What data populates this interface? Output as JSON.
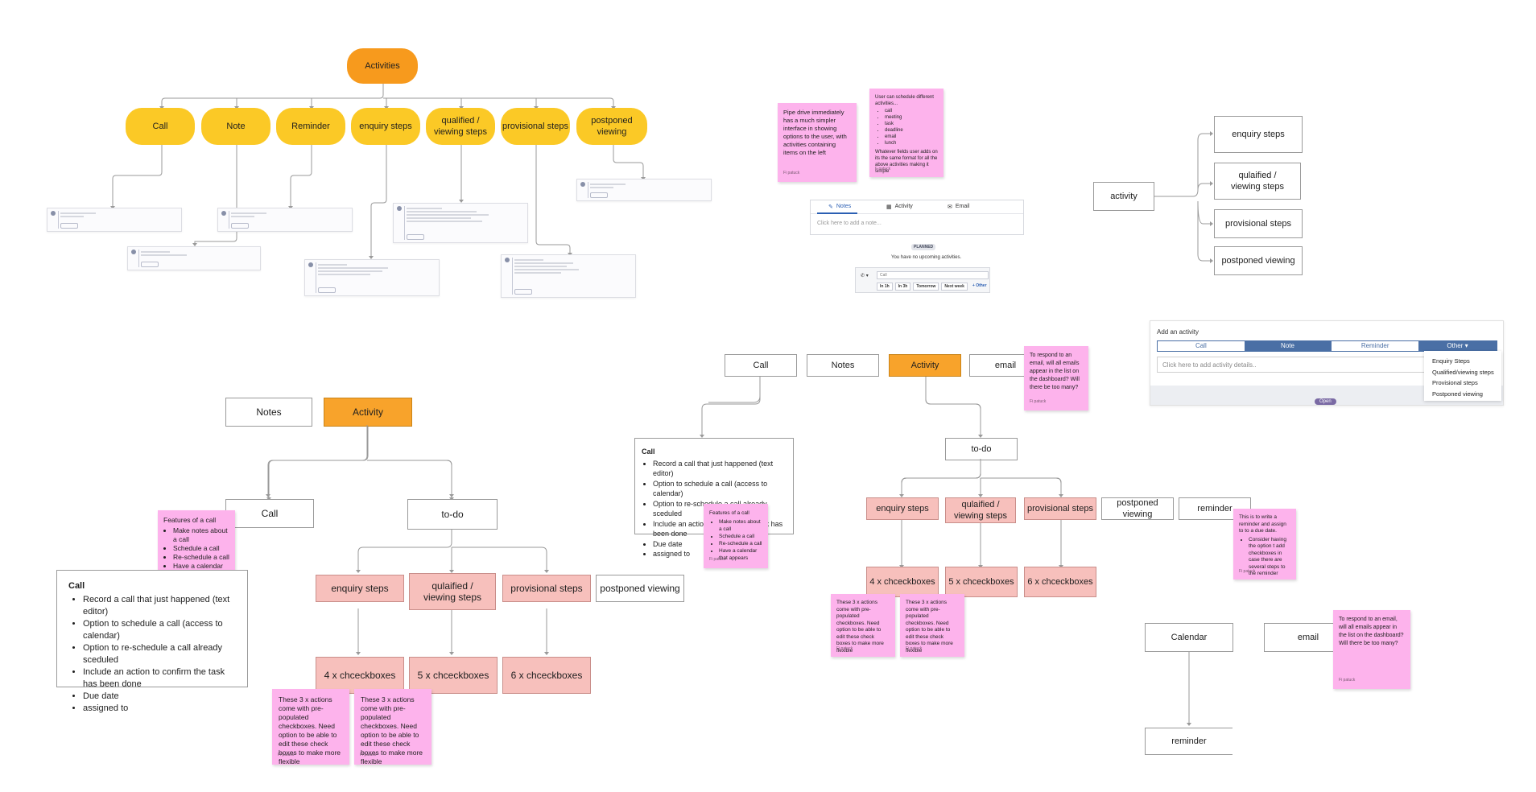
{
  "tree": {
    "root": "Activities",
    "children": [
      "Call",
      "Note",
      "Reminder",
      "enquiry steps",
      "qualified / viewing steps",
      "provisional steps",
      "postponed viewing"
    ]
  },
  "pipedrive": {
    "sticky_simpler": "Pipe drive immediately has a much simpler interface in showing options to the user, with activities containing items on the left",
    "sticky_schedule_intro": "User can schedule different activities...",
    "schedule_items": [
      "call",
      "meeting",
      "task",
      "deadline",
      "email",
      "lunch"
    ],
    "sticky_schedule_outro": "Whatever fields user adds on its the same format for all the above activities making it simple",
    "author": "Fi patuck",
    "author_short": "F patuck",
    "tabs": [
      "Notes",
      "Activity",
      "Email"
    ],
    "note_placeholder": "Click here to add a note...",
    "planned_tag": "PLANNED",
    "no_activities": "You have no upcoming activities.",
    "call_input": "Call",
    "quick_buttons": [
      "In 1h",
      "In 3h",
      "Tomorrow",
      "Next week",
      "+ Other"
    ]
  },
  "activity_tree": {
    "root": "activity",
    "children": [
      "enquiry steps",
      "qulaified / viewing steps",
      "provisional steps",
      "postponed viewing"
    ]
  },
  "add_activity": {
    "title": "Add an activity",
    "tabs": [
      "Call",
      "Note",
      "Reminder",
      "Other"
    ],
    "active_tab": "Note",
    "placeholder": "Click here to add activity details..",
    "dropdown": [
      "Enquiry Steps",
      "Qualified/viewing steps",
      "Provisional steps",
      "Postponed viewing"
    ],
    "open_label": "Open",
    "accent": "#4a6fa5"
  },
  "flow_left": {
    "notes": "Notes",
    "activity": "Activity",
    "call": "Call",
    "todo": "to-do",
    "steps": [
      "enquiry steps",
      "qulaified / viewing steps",
      "provisional steps",
      "postponed viewing"
    ],
    "checkboxes": [
      "4 x chceckboxes",
      "5 x chceckboxes",
      "6 x chceckboxes"
    ],
    "features_title": "Features of a call",
    "features": [
      "Make notes about a call",
      "Schedule a call",
      "Re-schedule a call",
      "Have a calendar that appears"
    ],
    "call_title": "Call",
    "call_items": [
      "Record a call that just happened (text editor)",
      "Option to schedule a call (access to calendar)",
      "Option to re-schedule a call already sceduled",
      "Include an action to confirm the task has been done",
      "Due date",
      "assigned to"
    ],
    "prepop_note": "These 3 x actions come with pre-populated checkboxes. Need option to be able to edit these check boxes to make more flexible"
  },
  "flow_right": {
    "call": "Call",
    "notes": "Notes",
    "activity": "Activity",
    "email": "email",
    "todo": "to-do",
    "steps": [
      "enquiry steps",
      "qulaified / viewing steps",
      "provisional steps",
      "postponed viewing",
      "reminder"
    ],
    "checkboxes": [
      "4 x chceckboxes",
      "5 x chceckboxes",
      "6 x chceckboxes"
    ],
    "email_note": "To respond to an email, will all emails appear in the list on the dashboard? Will there be too many?",
    "reminder_note": "This is to write a reminder and assign to to a due date.",
    "reminder_bullet": "Consider having the option t add checkboxes in case there are several steps to the reminder",
    "calendar": "Calendar",
    "reminder": "reminder"
  },
  "colors": {
    "yellow": "#fbc926",
    "orange": "#f79a1d",
    "sticky_pink": "#fdb3ec",
    "salmon": "#f7c0bc"
  }
}
